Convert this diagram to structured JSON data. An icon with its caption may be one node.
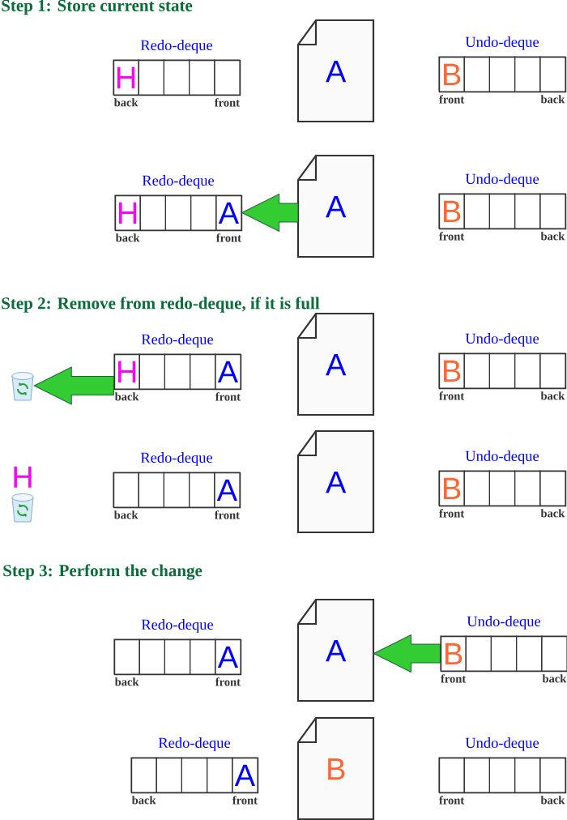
{
  "diagram": {
    "nodes": [
      {
        "text": [
          "Redo-deque"
        ],
        "beside": [
          "back",
          "front"
        ]
      },
      {
        "text": [
          "H"
        ],
        "in": 0
      },
      {
        "text": [],
        "shape": "box",
        "in": 0
      },
      {
        "text": [],
        "shape": "box",
        "in": 0
      },
      {
        "text": [],
        "shape": "box",
        "in": 0
      },
      {
        "text": [],
        "shape": "box",
        "in": 0
      },
      {
        "text": [
          "A"
        ]
      },
      {
        "text": [
          "Undo-deque"
        ],
        "beside": [
          "front",
          "back"
        ]
      },
      {
        "text": [
          "B"
        ],
        "in": 7
      },
      {
        "text": [],
        "shape": "box",
        "in": 7
      },
      {
        "text": [],
        "shape": "box",
        "in": 7
      },
      {
        "text": [],
        "shape": "box",
        "in": 7
      },
      {
        "text": [],
        "shape": "box",
        "in": 7
      },
      {
        "text": [
          "Redo-deque"
        ],
        "beside": [
          "back",
          "front"
        ]
      },
      {
        "text": [
          "H"
        ],
        "in": 13
      },
      {
        "text": [],
        "shape": "box",
        "in": 13
      },
      {
        "text": [],
        "shape": "box",
        "in": 13
      },
      {
        "text": [],
        "shape": "box",
        "in": 13
      },
      {
        "text": [
          "A"
        ],
        "in": 13
      },
      {
        "text": [
          "A"
        ]
      },
      {
        "text": [
          "Undo-deque"
        ],
        "beside": [
          "front",
          "back"
        ]
      },
      {
        "text": [
          "B"
        ],
        "in": 20
      },
      {
        "text": [],
        "shape": "box",
        "in": 20
      },
      {
        "text": [],
        "shape": "box",
        "in": 20
      },
      {
        "text": [],
        "shape": "box",
        "in": 20
      },
      {
        "text": [],
        "shape": "box",
        "in": 20
      },
      {
        "text": [],
        "shape": "picture"
      },
      {
        "text": [
          "Redo-deque"
        ],
        "beside": [
          "back",
          "front"
        ]
      },
      {
        "text": [
          "H"
        ],
        "in": 27
      },
      {
        "text": [],
        "shape": "box",
        "in": 27
      },
      {
        "text": [],
        "shape": "box",
        "in": 27
      },
      {
        "text": [],
        "shape": "box",
        "in": 27
      },
      {
        "text": [
          "A"
        ],
        "in": 27
      },
      {
        "text": [
          "A"
        ]
      },
      {
        "text": [
          "Undo-deque"
        ],
        "beside": [
          "front",
          "back"
        ]
      },
      {
        "text": [
          "B"
        ],
        "in": 34
      },
      {
        "text": [],
        "shape": "box",
        "in": 34
      },
      {
        "text": [],
        "shape": "box",
        "in": 34
      },
      {
        "text": [],
        "shape": "box",
        "in": 34
      },
      {
        "text": [],
        "shape": "box",
        "in": 34
      },
      {
        "text": [],
        "shape": "picture",
        "beside": [
          "H"
        ]
      },
      {
        "text": [
          "Redo-deque"
        ],
        "beside": [
          "back",
          "front"
        ]
      },
      {
        "text": [],
        "shape": "box",
        "in": 41
      },
      {
        "text": [],
        "shape": "box",
        "in": 41
      },
      {
        "text": [],
        "shape": "box",
        "in": 41
      },
      {
        "text": [],
        "shape": "box",
        "in": 41
      },
      {
        "text": [
          "A"
        ],
        "in": 41
      },
      {
        "text": [
          "A"
        ]
      },
      {
        "text": [
          "Undo-deque"
        ],
        "beside": [
          "front",
          "back"
        ]
      },
      {
        "text": [
          "B"
        ],
        "in": 48
      },
      {
        "text": [],
        "shape": "box",
        "in": 48
      },
      {
        "text": [],
        "shape": "box",
        "in": 48
      },
      {
        "text": [],
        "shape": "box",
        "in": 48
      },
      {
        "text": [],
        "shape": "box",
        "in": 48
      },
      {
        "text": [
          "Redo-deque"
        ],
        "beside": [
          "back",
          "front"
        ]
      },
      {
        "text": [],
        "shape": "box",
        "in": 54
      },
      {
        "text": [],
        "shape": "box",
        "in": 54
      },
      {
        "text": [],
        "shape": "box",
        "in": 54
      },
      {
        "text": [],
        "shape": "box",
        "in": 54
      },
      {
        "text": [
          "A"
        ],
        "in": 54
      },
      {
        "text": [
          "A"
        ]
      },
      {
        "text": [
          "Undo-deque"
        ],
        "beside": [
          "front",
          "back"
        ]
      },
      {
        "text": [
          "B"
        ],
        "in": 61
      },
      {
        "text": [],
        "shape": "box",
        "in": 61
      },
      {
        "text": [],
        "shape": "box",
        "in": 61
      },
      {
        "text": [],
        "shape": "box",
        "in": 61
      },
      {
        "text": [],
        "shape": "box",
        "in": 61
      },
      {
        "text": [
          "Redo-deque"
        ],
        "beside": [
          "back",
          "front"
        ]
      },
      {
        "text": [],
        "shape": "box",
        "in": 67
      },
      {
        "text": [],
        "shape": "box",
        "in": 67
      },
      {
        "text": [],
        "shape": "box",
        "in": 67
      },
      {
        "text": [],
        "shape": "box",
        "in": 67
      },
      {
        "text": [
          "A"
        ],
        "in": 67
      },
      {
        "text": [
          "B"
        ]
      },
      {
        "text": [
          "Undo-deque"
        ],
        "beside": [
          "front",
          "back"
        ]
      },
      {
        "text": [],
        "shape": "box",
        "in": 74
      },
      {
        "text": [],
        "shape": "box",
        "in": 74
      },
      {
        "text": [],
        "shape": "box",
        "in": 74
      },
      {
        "text": [],
        "shape": "box",
        "in": 74
      },
      {
        "text": [],
        "shape": "box",
        "in": 74
      }
    ],
    "edges": [
      {
        "from": 19,
        "to": 18,
        "arrow": "to"
      },
      {
        "from": 28,
        "to": 26,
        "arrow": "to"
      },
      {
        "from": 62,
        "to": 60,
        "arrow": "to"
      }
    ],
    "labels": [
      "Step 1: Store current state",
      "Step 2: Remove from redo-deque, if it is full",
      "Step 3: Perform the change"
    ]
  }
}
